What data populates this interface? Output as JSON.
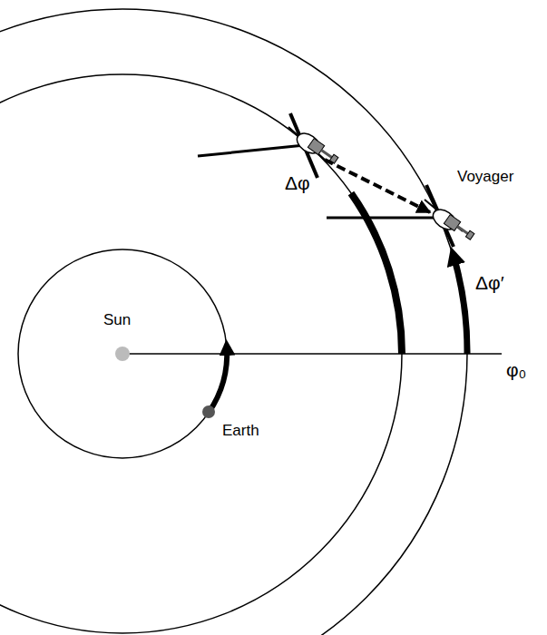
{
  "diagram": {
    "labels": [
      "Sun",
      "Earth",
      "Voyager",
      "Δφ",
      "Δφ′",
      "φ₀"
    ]
  }
}
